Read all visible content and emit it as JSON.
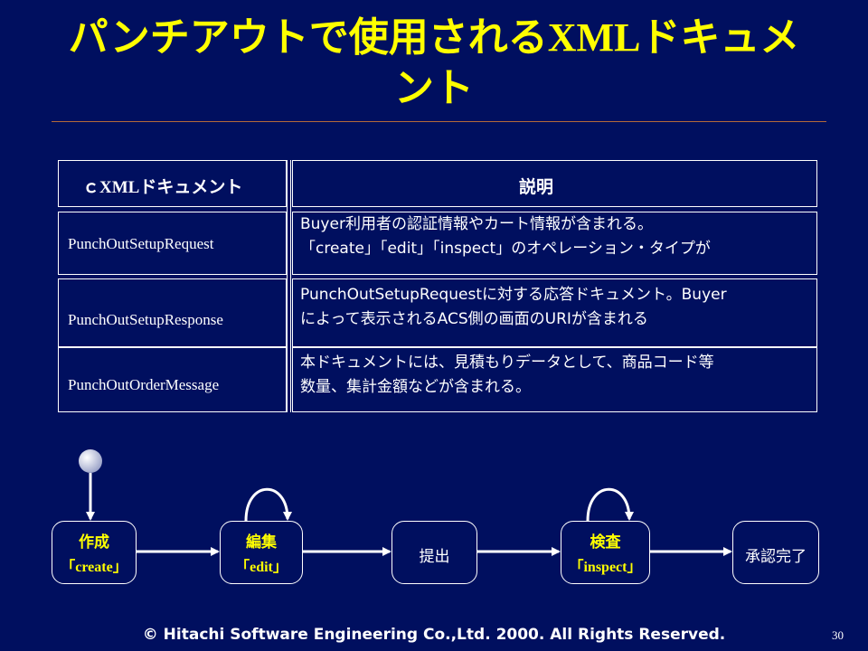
{
  "title": {
    "part1": "パンチアウトで使用される",
    "part2": "XML",
    "part3": "ドキュメ",
    "part4": "ント"
  },
  "table": {
    "header_term_prefix": "ｃ",
    "header_term_xml": "XML",
    "header_term_suffix": "ドキュメント",
    "header_desc": "説明",
    "rows": [
      {
        "term": "PunchOutSetupRequest",
        "line1": "Buyer利用者の認証情報やカート情報が含まれる。",
        "line2": "「create」「edit」「inspect」のオペレーション・タイプが"
      },
      {
        "term": "PunchOutSetupResponse",
        "line1": "PunchOutSetupRequestに対する応答ドキュメント。Buyer",
        "line2": "によって表示されるACS側の画面のURIが含まれる"
      },
      {
        "term": "PunchOutOrderMessage",
        "line1": "本ドキュメントには、見積もりデータとして、商品コード等",
        "line2": "数量、集計金額などが含まれる。"
      }
    ]
  },
  "flow": {
    "create_ja": "作成",
    "create_en": "「create」",
    "edit_ja": "編集",
    "edit_en": "「edit」",
    "submit": "提出",
    "inspect_ja": "検査",
    "inspect_en": "「inspect」",
    "approved": "承認完了"
  },
  "footer": "© Hitachi Software Engineering Co.,Ltd. 2000. All Rights Reserved.",
  "page_number": "30",
  "colors": {
    "background": "#000f5f",
    "title": "#ffff00",
    "rule": "#b46a3a"
  }
}
